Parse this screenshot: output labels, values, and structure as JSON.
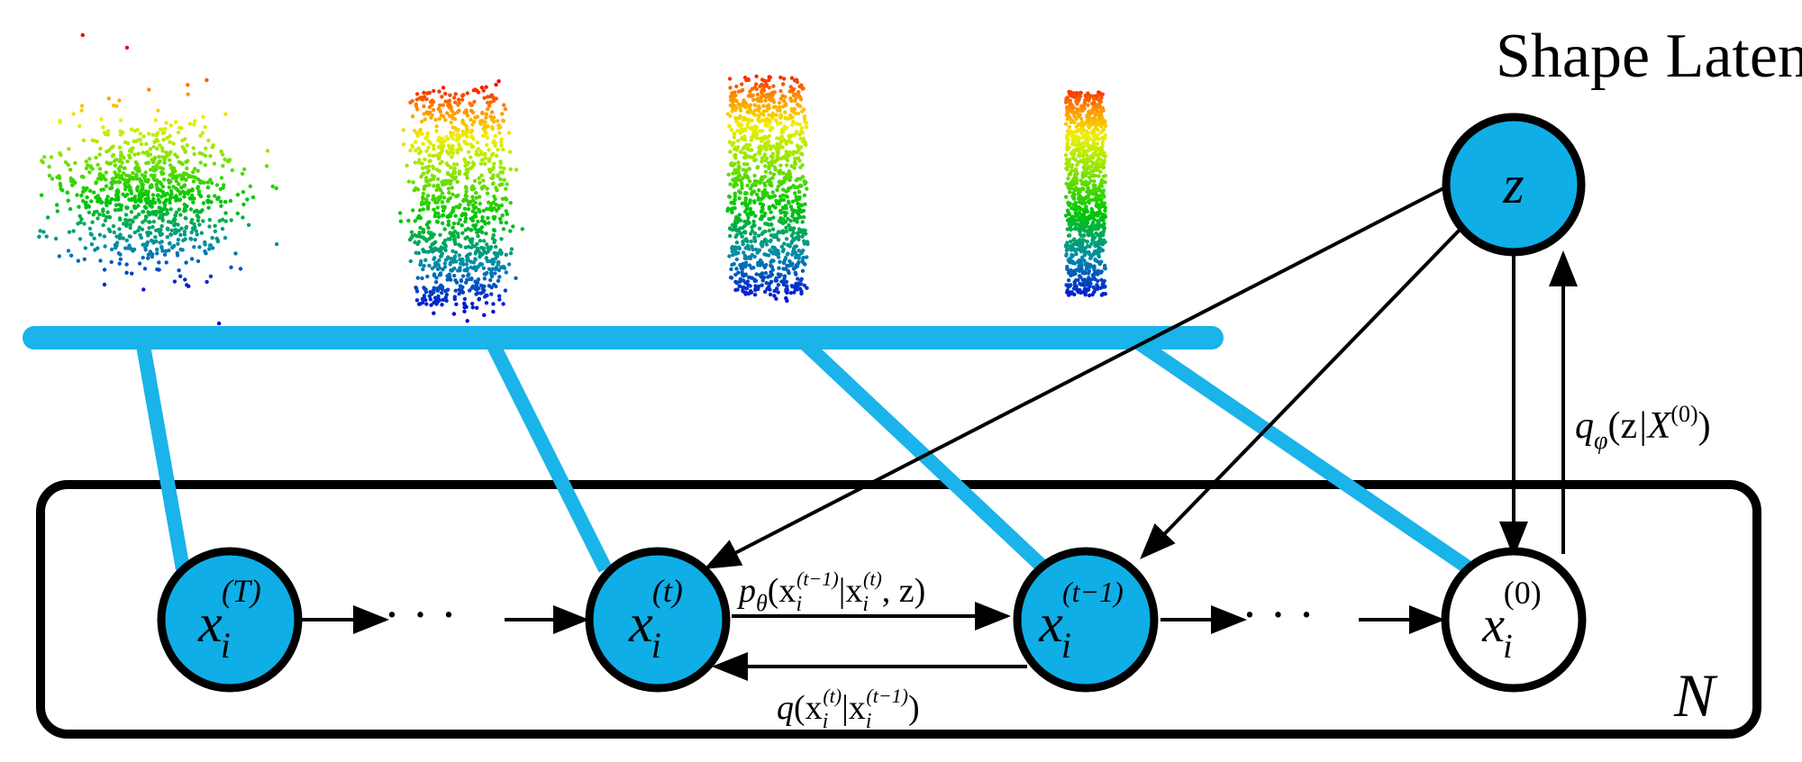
{
  "title": "Shape Latent",
  "plate_label": "N",
  "colors": {
    "node_fill": "#0FAEE6",
    "edge": "#000000",
    "bar": "#1AB3EA",
    "background": "#ffffff"
  },
  "latent_node": {
    "symbol": "z"
  },
  "chain_nodes": [
    {
      "name": "node-x-T",
      "base": "x",
      "sub": "i",
      "sup": "(T)",
      "observed": false
    },
    {
      "name": "node-x-t",
      "base": "x",
      "sub": "i",
      "sup": "(t)",
      "observed": false
    },
    {
      "name": "node-x-t-minus-1",
      "base": "x",
      "sub": "i",
      "sup": "(t−1)",
      "observed": false
    },
    {
      "name": "node-x-0",
      "base": "x",
      "sub": "i",
      "sup": "(0)",
      "observed": true
    }
  ],
  "dots": "·  ·  ·",
  "edge_labels": {
    "reverse": {
      "q": "p",
      "qsub": "θ",
      "arg": "(x",
      "argsub": "i",
      "argsup": "(t−1)",
      "mid": "|x",
      "midsub": "i",
      "midsup": "(t)",
      "tail": ", z)"
    },
    "forward": {
      "q": "q",
      "arg": "(x",
      "argsub": "i",
      "argsup": "(t)",
      "mid": "|x",
      "midsub": "i",
      "midsup": "(t−1)",
      "tail": ")"
    },
    "encoder": {
      "q": "q",
      "qsub": "φ",
      "arg": "(z",
      "mid": "|X",
      "midsup": "(0)",
      "tail": ")"
    }
  },
  "point_clouds": [
    {
      "name": "point-cloud-noise",
      "stage": 0
    },
    {
      "name": "point-cloud-partial-1",
      "stage": 1
    },
    {
      "name": "point-cloud-partial-2",
      "stage": 2
    },
    {
      "name": "point-cloud-cylinder",
      "stage": 3
    }
  ]
}
